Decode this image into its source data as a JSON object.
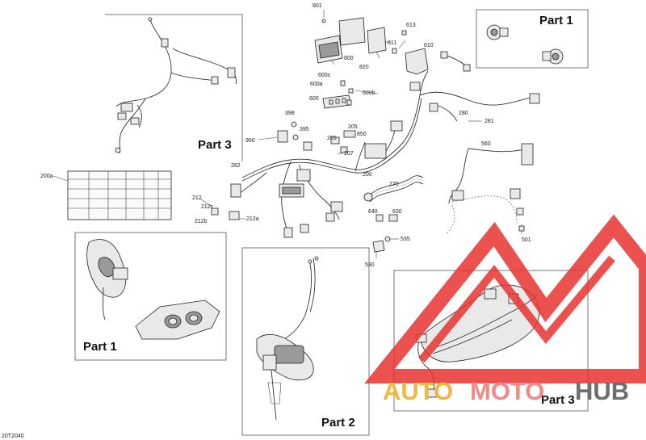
{
  "diagram_code": "20T2040",
  "callouts": {
    "c801": "801",
    "c800": "800",
    "c820": "820",
    "c611": "611",
    "c613": "613",
    "c610": "610",
    "c600c": "600c",
    "c600a": "600a",
    "c600b": "600b",
    "c600": "600",
    "c398": "398",
    "c395": "395",
    "c950": "950",
    "c205a": "205",
    "c205b": "205",
    "c850": "850",
    "c207": "207",
    "c280": "280",
    "c281": "281",
    "c200": "200",
    "c282": "282",
    "c200a": "200a",
    "c212": "212",
    "c212c": "212c",
    "c212b": "212b",
    "c212a": "212a",
    "c270": "270",
    "c640": "640",
    "c630": "630",
    "c535": "535",
    "c530": "530",
    "c560": "560",
    "c501": "501"
  },
  "parts": {
    "part1_top": "Part 1",
    "part3_top": "Part 3",
    "part1_bottom": "Part 1",
    "part2": "Part 2",
    "part3_bottom": "Part 3"
  },
  "watermark": {
    "auto": "AUTO",
    "moto": "MOTO",
    "hub": "HUB",
    "colors": {
      "triangle": "#e8322f",
      "auto": "#f0b840",
      "moto": "#f08a86",
      "hub": "#6e6e6e"
    }
  }
}
